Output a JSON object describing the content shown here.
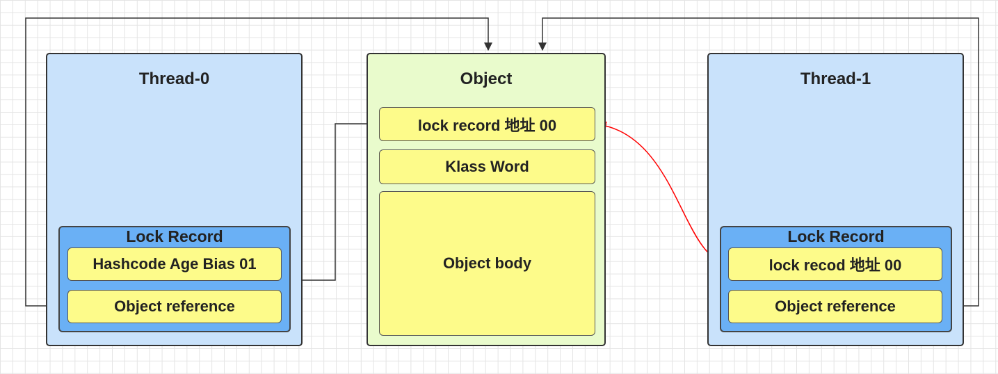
{
  "thread0": {
    "title": "Thread-0",
    "lock_record": {
      "title": "Lock Record",
      "cell1": "Hashcode Age Bias 01",
      "cell2": "Object reference"
    }
  },
  "object": {
    "title": "Object",
    "header": "lock record 地址 00",
    "klass": "Klass Word",
    "body": "Object body"
  },
  "thread1": {
    "title": "Thread-1",
    "lock_record": {
      "title": "Lock Record",
      "cell1": "lock recod 地址 00",
      "cell2": "Object reference"
    }
  },
  "colors": {
    "thread_bg": "#c9e2fb",
    "object_bg": "#e9fbcc",
    "lock_record_bg": "#6ab0f5",
    "cell_bg": "#fdfb8a",
    "cas_arrow": "#ff0000",
    "connector": "#333333"
  }
}
